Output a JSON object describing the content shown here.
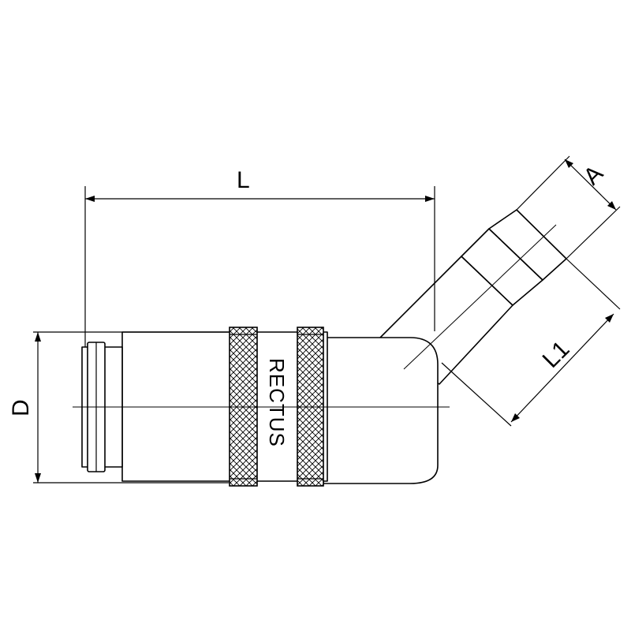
{
  "drawing": {
    "labels": {
      "length": "L",
      "diameter": "D",
      "angle_length": "L1",
      "hose_size": "A",
      "brand": "RECTUS"
    },
    "colors": {
      "line": "#000000",
      "background": "#ffffff"
    }
  }
}
